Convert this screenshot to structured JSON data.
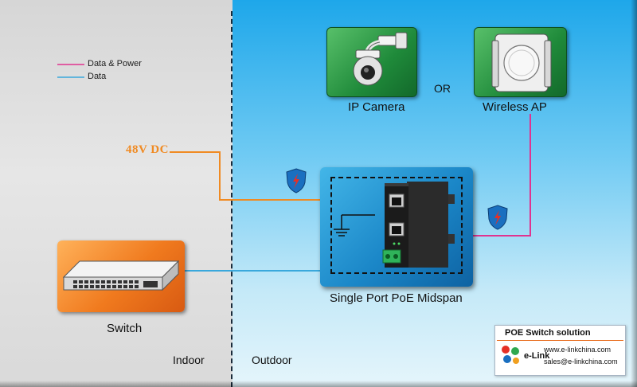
{
  "zones": {
    "indoor": "Indoor",
    "outdoor": "Outdoor"
  },
  "legend": [
    {
      "label": "Data & Power",
      "color": "#e0338f"
    },
    {
      "label": "Data",
      "color": "#3aa8dc"
    }
  ],
  "power_source": {
    "label": "48V DC",
    "color": "#f08a22"
  },
  "devices": {
    "camera": {
      "label": "IP Camera"
    },
    "wireless_ap": {
      "label": "Wireless AP"
    },
    "or_label": "OR",
    "midspan": {
      "label": "Single Port PoE Midspan"
    },
    "switch": {
      "label": "Switch"
    }
  },
  "brand": {
    "title": "POE Switch solution",
    "name": "e-Link",
    "website": "www.e-linkchina.com",
    "email": "sales@e-linkchina.com"
  },
  "icons": {
    "camera": "ptz-dome-camera-icon",
    "wireless_ap": "outdoor-access-point-icon",
    "switch": "network-switch-icon",
    "midspan": "poe-injector-icon",
    "protection": "surge-protection-shield-icon",
    "ground": "ground-symbol-icon"
  }
}
